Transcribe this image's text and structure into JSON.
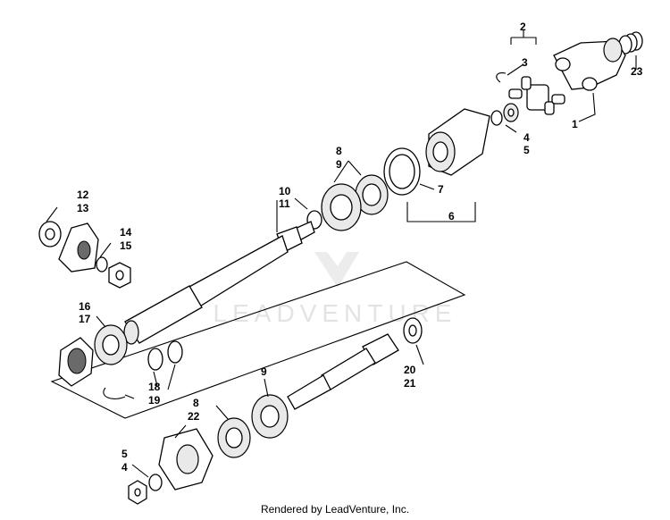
{
  "watermark": "LEADVENTURE",
  "footer": "Rendered by LeadVenture, Inc.",
  "callouts": {
    "c1": "1",
    "c2": "2",
    "c3": "3",
    "c4a": "4",
    "c5a": "5",
    "c6": "6",
    "c7": "7",
    "c8a": "8",
    "c9a": "9",
    "c10": "10",
    "c11": "11",
    "c12": "12",
    "c13": "13",
    "c14": "14",
    "c15": "15",
    "c16": "16",
    "c17": "17",
    "c18": "18",
    "c19": "19",
    "c20": "20",
    "c21": "21",
    "c9b": "9",
    "c8b": "8",
    "c22": "22",
    "c5b": "5",
    "c4b": "4",
    "c23": "23"
  }
}
